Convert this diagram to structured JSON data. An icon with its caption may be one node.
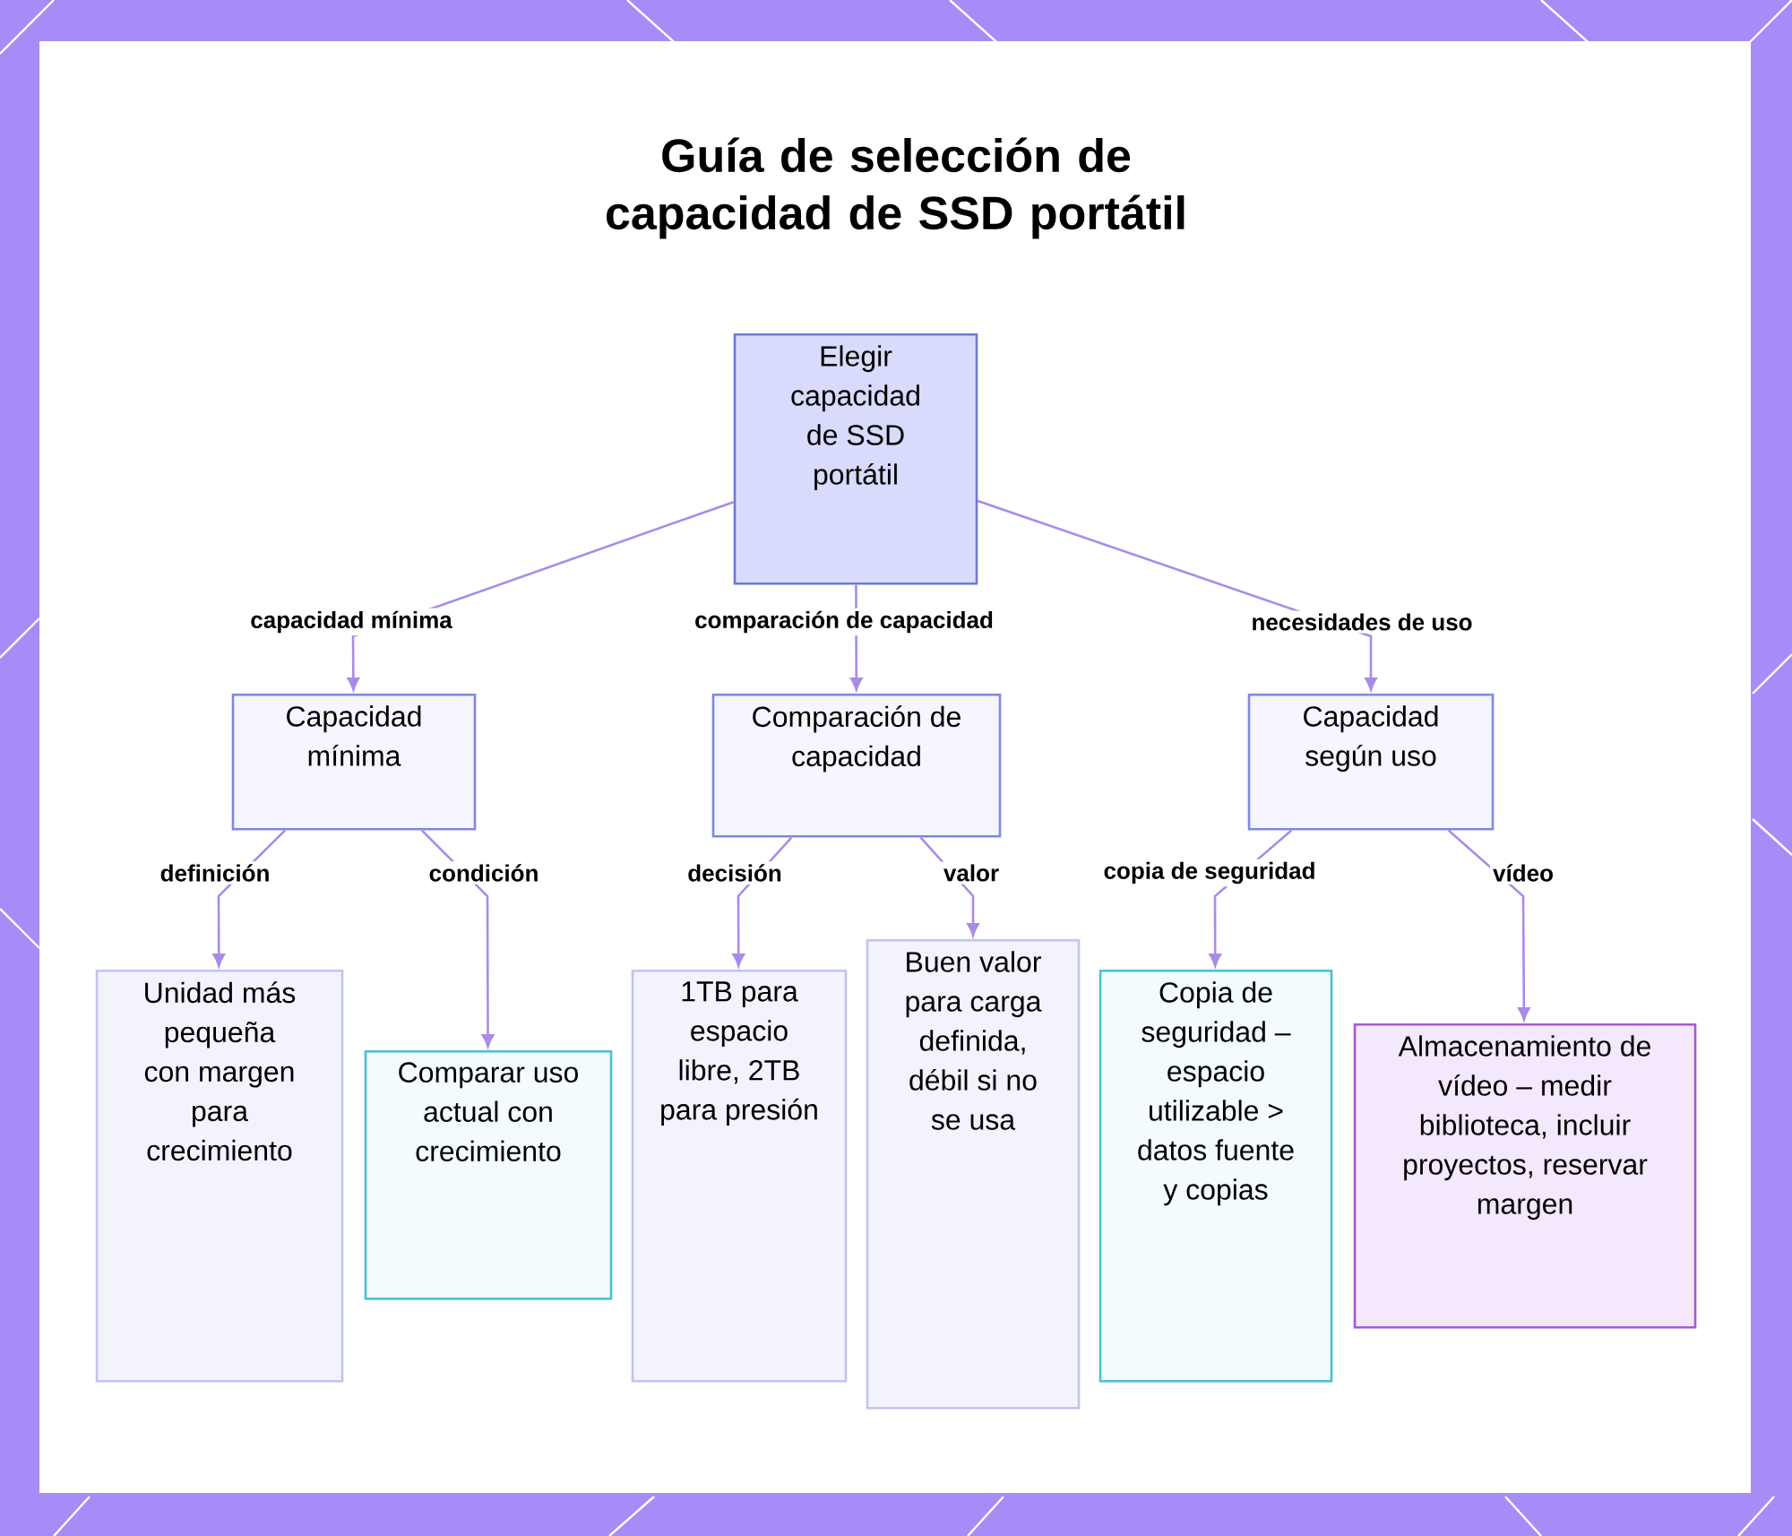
{
  "diagram": {
    "title": "Guía de selección de capacidad de SSD portátil",
    "nodes": [
      {
        "text": [
          "Elegir capacidad de SSD portátil"
        ]
      },
      {
        "text": [
          "Capacidad mínima"
        ]
      },
      {
        "text": [
          "Comparación de capacidad"
        ]
      },
      {
        "text": [
          "Capacidad según uso"
        ]
      },
      {
        "text": [
          "Unidad más pequeña con margen para crecimiento"
        ]
      },
      {
        "text": [
          "Comparar uso actual con crecimiento"
        ]
      },
      {
        "text": [
          "1TB para espacio libre, 2TB para presión"
        ]
      },
      {
        "text": [
          "Buen valor para carga definida, débil si no se usa"
        ]
      },
      {
        "text": [
          "Copia de seguridad – espacio utilizable > datos fuente y copias"
        ]
      },
      {
        "text": [
          "Almacenamiento de vídeo – medir biblioteca, incluir proyectos, reservar margen"
        ]
      }
    ],
    "edges": [
      {
        "from": 0,
        "to": 1,
        "arrow": "to",
        "label": "capacidad mínima"
      },
      {
        "from": 0,
        "to": 2,
        "arrow": "to",
        "label": "comparación de capacidad"
      },
      {
        "from": 0,
        "to": 3,
        "arrow": "to",
        "label": "necesidades de uso"
      },
      {
        "from": 1,
        "to": 4,
        "arrow": "to",
        "label": "definición"
      },
      {
        "from": 1,
        "to": 5,
        "arrow": "to",
        "label": "condición"
      },
      {
        "from": 2,
        "to": 6,
        "arrow": "to",
        "label": "decisión"
      },
      {
        "from": 2,
        "to": 7,
        "arrow": "to",
        "label": "valor"
      },
      {
        "from": 3,
        "to": 8,
        "arrow": "to",
        "label": "copia de seguridad"
      },
      {
        "from": 3,
        "to": 9,
        "arrow": "to",
        "label": "vídeo"
      }
    ]
  }
}
